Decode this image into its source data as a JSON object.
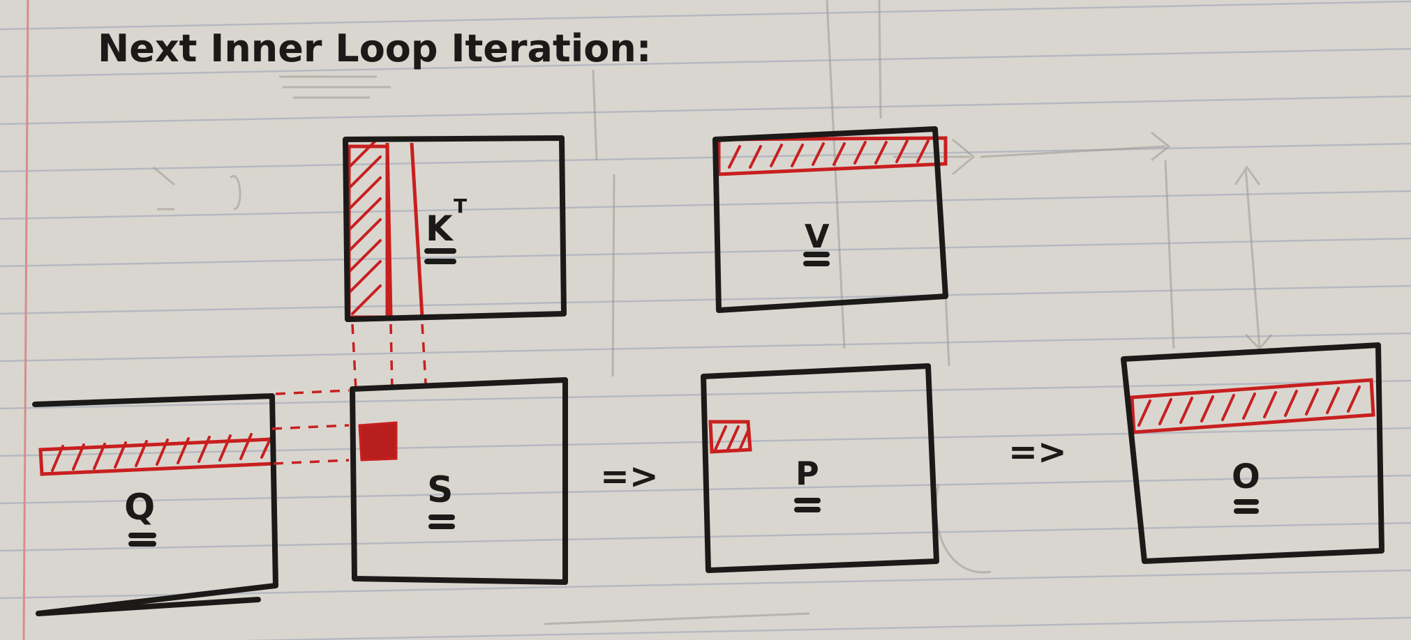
{
  "title": "Next Inner Loop Iteration:",
  "labels": {
    "k": "K",
    "k_superscript": "T",
    "v": "V",
    "q": "Q",
    "s": "S",
    "p": "P",
    "o": "O"
  },
  "arrows": {
    "s_to_p": "=>",
    "p_to_o": "=>"
  },
  "colors": {
    "paper": "#d9d6cf",
    "rule_line": "#a9b0bd",
    "margin_line": "#d98c8c",
    "ink": "#1c1a18",
    "highlight": "#c81f1f"
  }
}
